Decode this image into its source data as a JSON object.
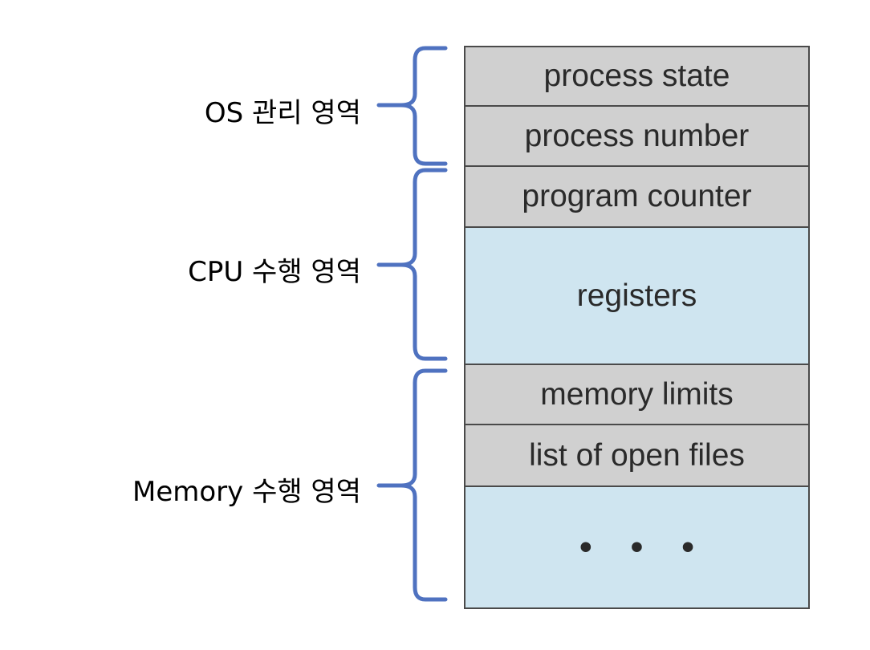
{
  "pcb_fields": [
    {
      "label": "process state",
      "fill": "gray"
    },
    {
      "label": "process number",
      "fill": "gray"
    },
    {
      "label": "program counter",
      "fill": "gray"
    },
    {
      "label": "registers",
      "fill": "blue"
    },
    {
      "label": "memory limits",
      "fill": "gray"
    },
    {
      "label": "list of open files",
      "fill": "gray"
    },
    {
      "label": "• • •",
      "fill": "blue"
    }
  ],
  "groups": [
    {
      "label": "OS 관리 영역"
    },
    {
      "label": "CPU 수행 영역"
    },
    {
      "label": "Memory 수행 영역"
    }
  ],
  "colors": {
    "gray_cell": "#d0d0d0",
    "blue_cell": "#cfe5f0",
    "brace": "#4f72c0",
    "border": "#4a4a4a"
  }
}
